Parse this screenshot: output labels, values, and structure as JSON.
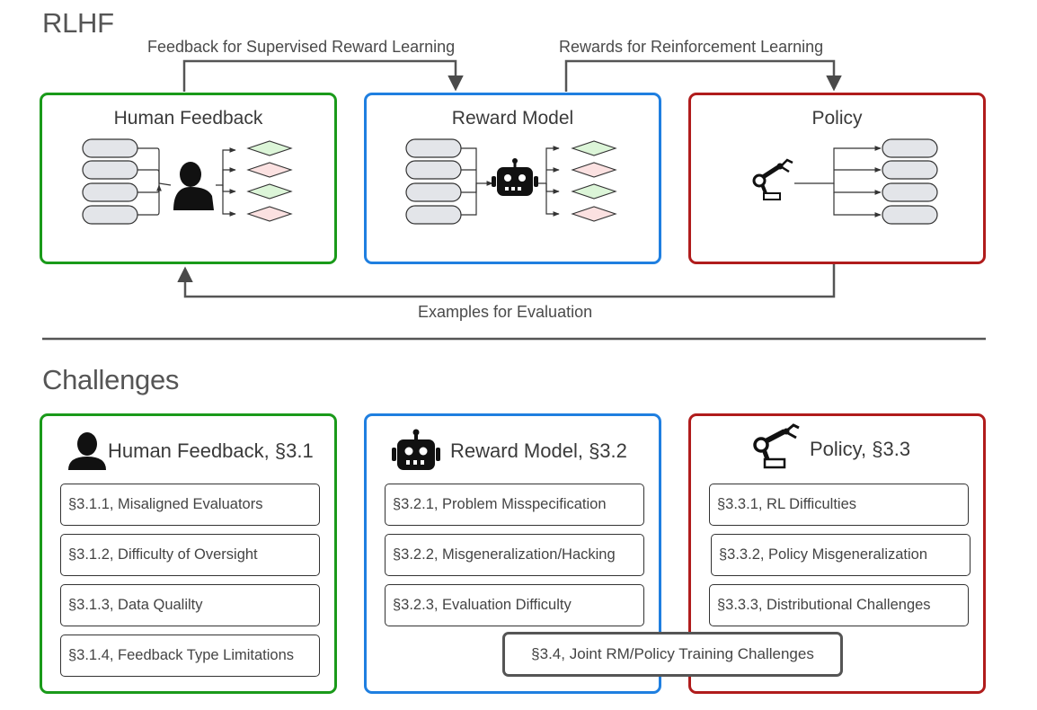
{
  "rlhf": {
    "title": "RLHF",
    "arrows": {
      "feedback_label": "Feedback for Supervised Reward Learning",
      "rewards_label": "Rewards for Reinforcement Learning",
      "evaluation_label": "Examples for Evaluation"
    },
    "panels": {
      "human": {
        "title": "Human Feedback",
        "color": "#1a9a1a",
        "icon": "person-icon"
      },
      "reward": {
        "title": "Reward Model",
        "color": "#1f7fe0",
        "icon": "robot-icon"
      },
      "policy": {
        "title": "Policy",
        "color": "#b01c1c",
        "icon": "robot-arm-icon"
      }
    }
  },
  "challenges": {
    "title": "Challenges",
    "human": {
      "title": "Human Feedback, §3.1",
      "icon": "person-icon",
      "items": [
        "§3.1.1, Misaligned Evaluators",
        "§3.1.2, Difficulty of Oversight",
        "§3.1.3, Data Qualilty",
        "§3.1.4, Feedback Type Limitations"
      ]
    },
    "reward": {
      "title": "Reward Model, §3.2",
      "icon": "robot-icon",
      "items": [
        "§3.2.1, Problem Misspecification",
        "§3.2.2, Misgeneralization/Hacking",
        "§3.2.3, Evaluation Difficulty"
      ]
    },
    "policy": {
      "title": "Policy, §3.3",
      "icon": "robot-arm-icon",
      "items": [
        "§3.3.1, RL Difficulties",
        "§3.3.2, Policy Misgeneralization",
        "§3.3.3, Distributional Challenges"
      ]
    },
    "joint": "§3.4, Joint RM/Policy Training Challenges"
  },
  "colors": {
    "green": "#1a9a1a",
    "blue": "#1f7fe0",
    "red": "#b01c1c",
    "input_pill": "#e3e5e9",
    "good_output": "#dcf5d8",
    "bad_output": "#fbe1e1"
  }
}
